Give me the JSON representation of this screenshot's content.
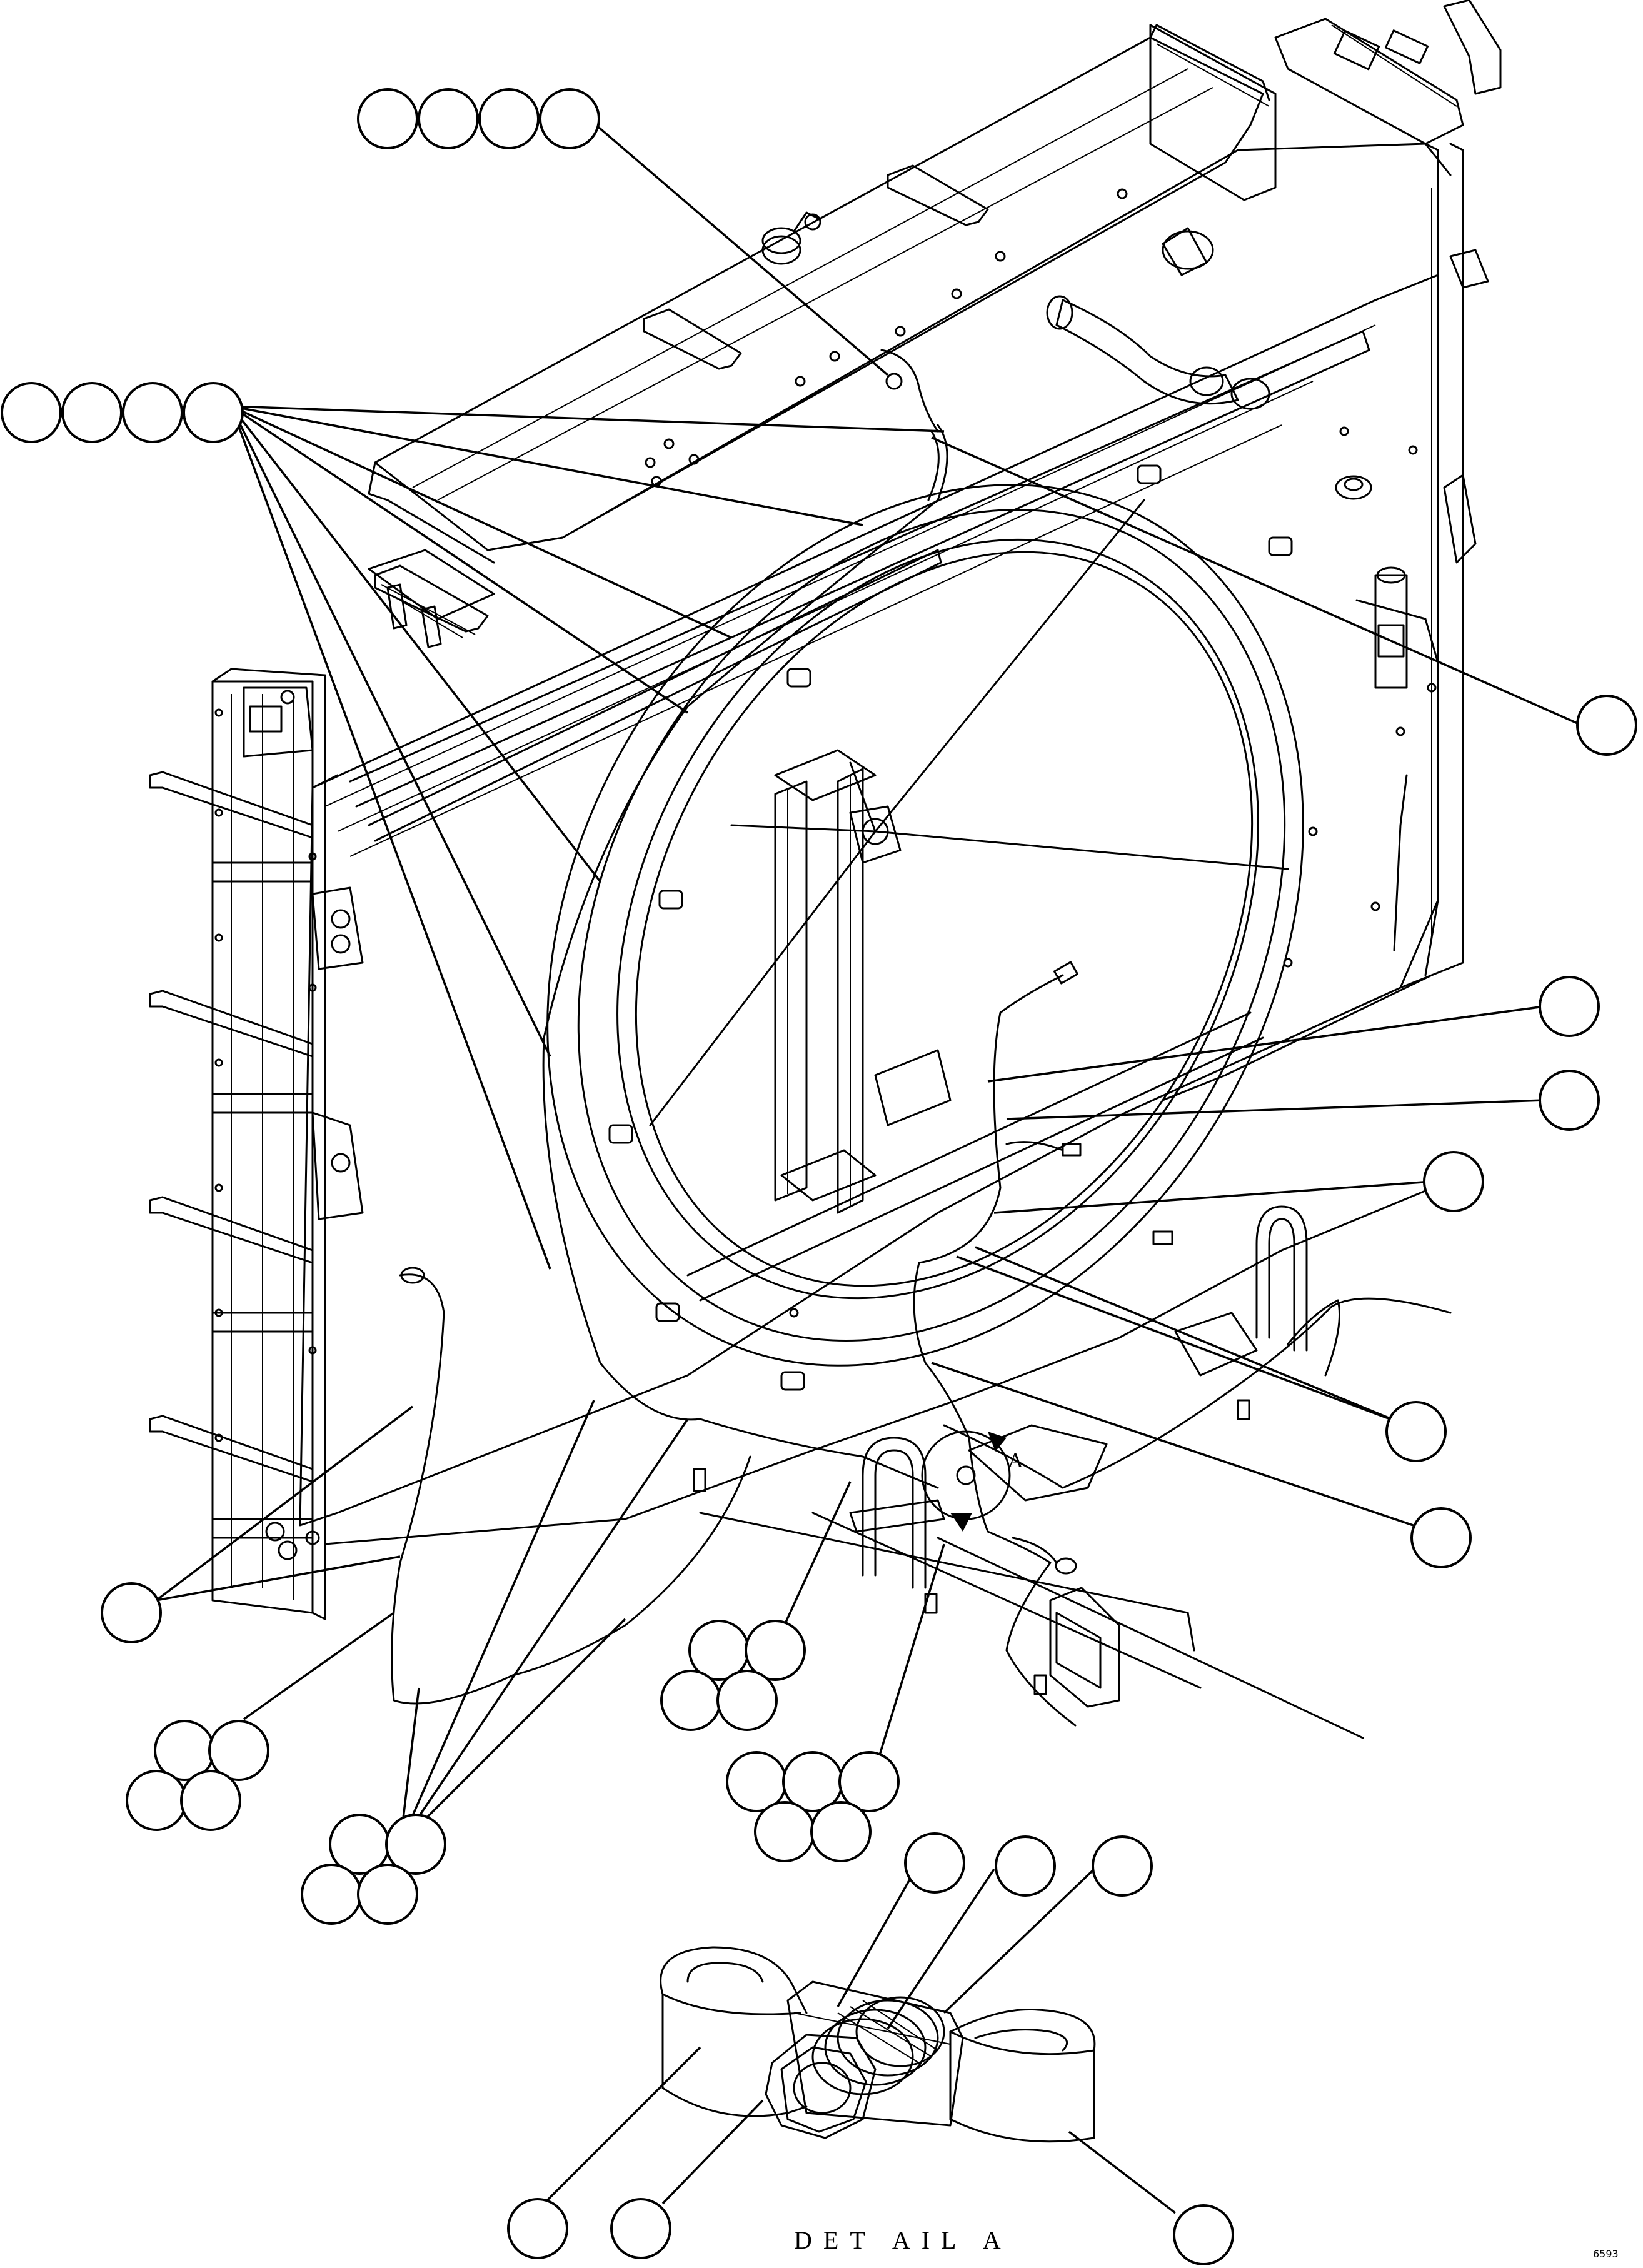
{
  "detail": {
    "caption": "DET AIL A",
    "callout_letter": "A"
  },
  "drawing_number": "6593"
}
